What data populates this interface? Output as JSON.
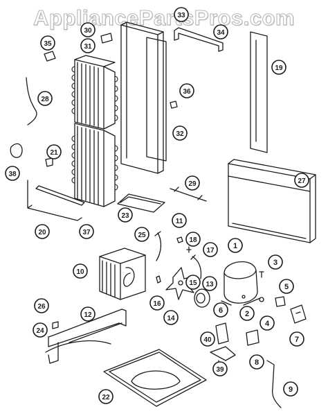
{
  "watermark": "AppliancePartsPros.com",
  "colors": {
    "ink": "#1a1a1a",
    "paper": "#ffffff",
    "watermark": "#c8c8c8"
  },
  "callouts": [
    {
      "n": "1"
    },
    {
      "n": "2"
    },
    {
      "n": "3"
    },
    {
      "n": "4"
    },
    {
      "n": "5"
    },
    {
      "n": "6"
    },
    {
      "n": "7"
    },
    {
      "n": "8"
    },
    {
      "n": "9"
    },
    {
      "n": "10"
    },
    {
      "n": "11"
    },
    {
      "n": "12"
    },
    {
      "n": "13"
    },
    {
      "n": "14"
    },
    {
      "n": "15"
    },
    {
      "n": "16"
    },
    {
      "n": "17"
    },
    {
      "n": "18"
    },
    {
      "n": "19"
    },
    {
      "n": "20"
    },
    {
      "n": "21"
    },
    {
      "n": "22"
    },
    {
      "n": "23"
    },
    {
      "n": "24"
    },
    {
      "n": "25"
    },
    {
      "n": "26"
    },
    {
      "n": "27"
    },
    {
      "n": "28"
    },
    {
      "n": "29"
    },
    {
      "n": "30"
    },
    {
      "n": "31"
    },
    {
      "n": "32"
    },
    {
      "n": "33"
    },
    {
      "n": "34"
    },
    {
      "n": "35"
    },
    {
      "n": "36"
    },
    {
      "n": "37"
    },
    {
      "n": "38"
    },
    {
      "n": "39"
    },
    {
      "n": "40"
    }
  ]
}
